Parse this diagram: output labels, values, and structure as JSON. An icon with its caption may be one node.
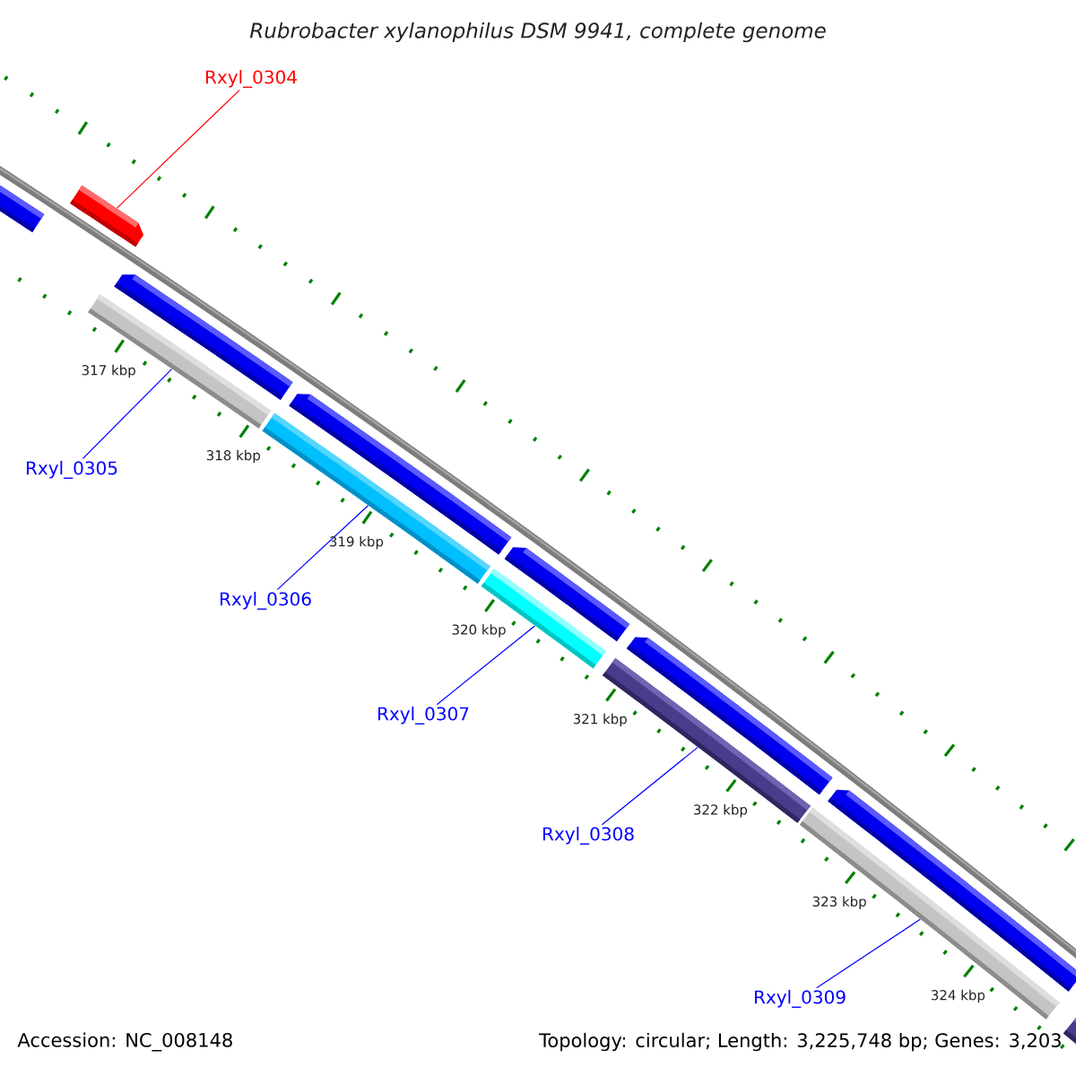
{
  "diagram": {
    "title": "Rubrobacter xylanophilus DSM 9941, complete genome",
    "nodes": [
      {
        "text": [
          "Rxyl_0304"
        ]
      },
      {
        "text": [
          "Rxyl_0305"
        ]
      },
      {
        "text": [
          "Rxyl_0306"
        ]
      },
      {
        "text": [
          "Rxyl_0307"
        ]
      },
      {
        "text": [
          "Rxyl_0308"
        ]
      },
      {
        "text": [
          "Rxyl_0309"
        ]
      },
      {
        "text": [],
        "shape": "bar"
      },
      {
        "text": [],
        "shape": "bar"
      },
      {
        "text": [],
        "shape": "bar"
      },
      {
        "text": [],
        "shape": "bar"
      },
      {
        "text": [],
        "shape": "bar"
      },
      {
        "text": [],
        "shape": "bar"
      }
    ],
    "edges": [
      {
        "from": 0,
        "to": 6,
        "arrow": "none",
        "color": "#ff0000"
      },
      {
        "from": 1,
        "to": 7,
        "arrow": "none"
      },
      {
        "from": 2,
        "to": 8,
        "arrow": "none"
      },
      {
        "from": 3,
        "to": 9,
        "arrow": "none"
      },
      {
        "from": 4,
        "to": 10,
        "arrow": "none"
      },
      {
        "from": 5,
        "to": 11,
        "arrow": "none"
      }
    ],
    "labels": [
      "317 kbp",
      "318 kbp",
      "319 kbp",
      "320 kbp",
      "321 kbp",
      "322 kbp",
      "323 kbp",
      "324 kbp",
      "Accession: NC_008148",
      "Topology: circular; Length: 3,225,748 bp; Genes: 3,203"
    ]
  }
}
